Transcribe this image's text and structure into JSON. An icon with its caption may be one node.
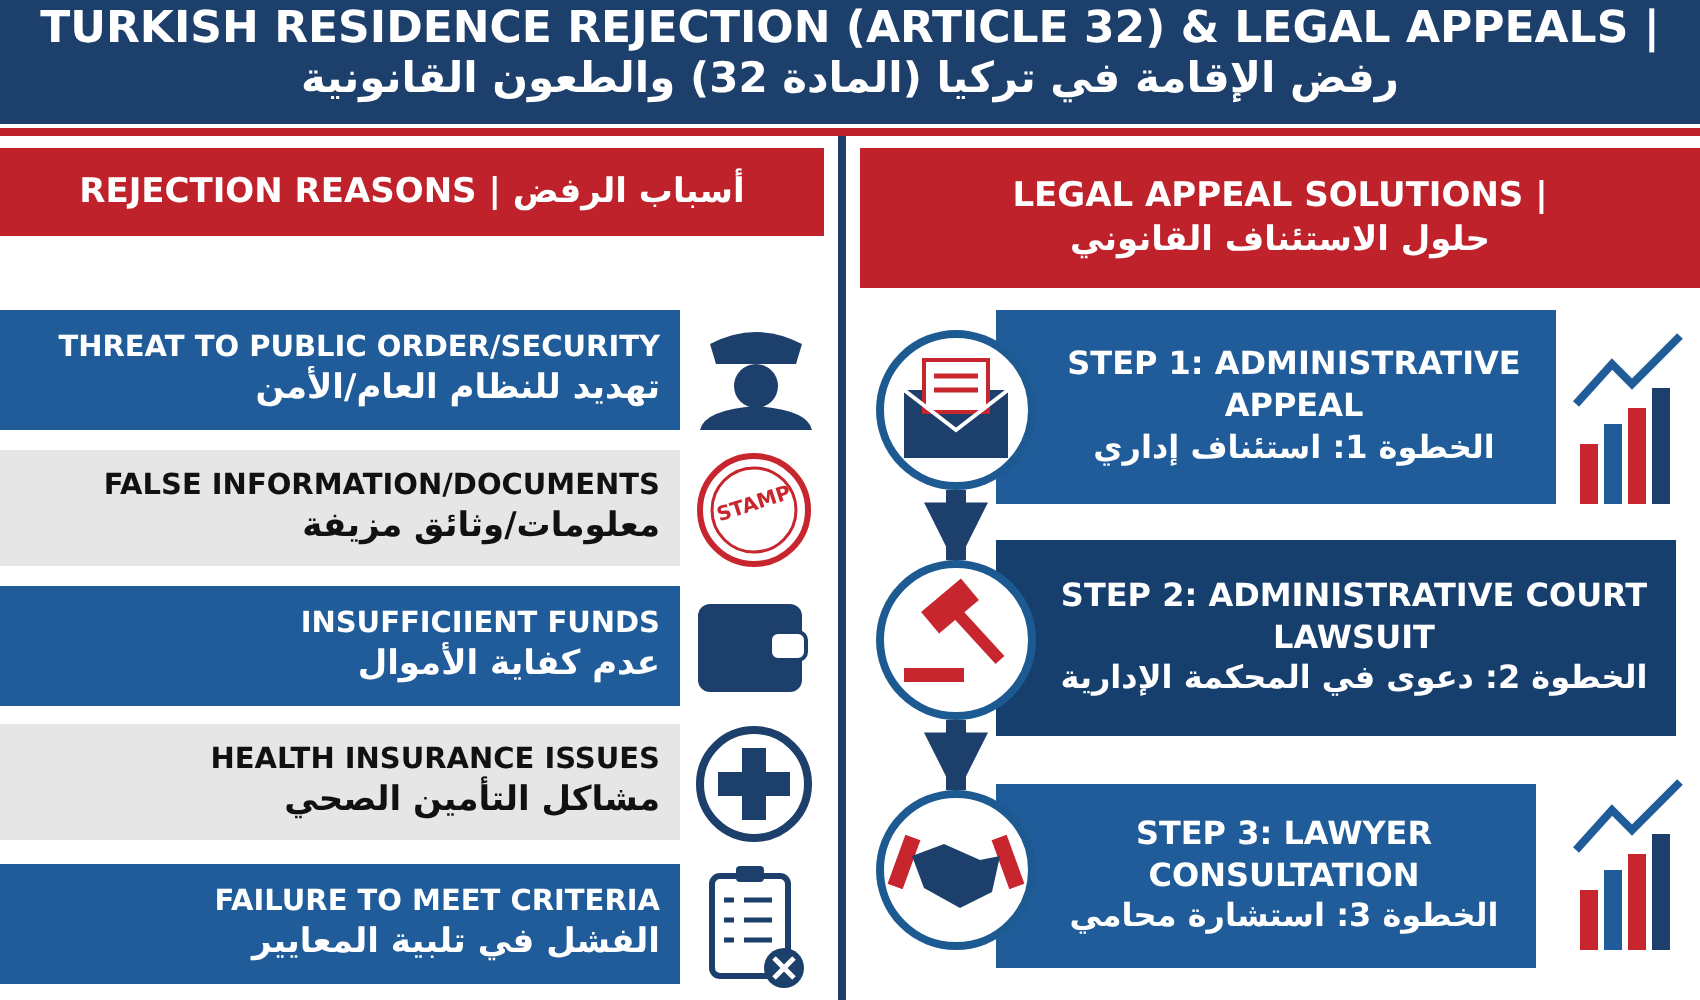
{
  "diagram": {
    "title": "TURKISH RESIDENCE REJECTION (ARTICLE 32) & LEGAL APPEALS |",
    "nodes": [
      {
        "text": [
          "REJECTION REASONS | أسباب الرفض"
        ]
      },
      {
        "text": [
          "THREAT TO PUBLIC ORDER/SECURITY",
          "تهديد للنظام العام/الأمن"
        ]
      },
      {
        "text": [
          "FALSE INFORMATION/DOCUMENTS",
          "معلومات/وثائق مزيفة"
        ]
      },
      {
        "text": [
          "INSUFFICIIENT FUNDS",
          "عدم كفاية الأموال"
        ]
      },
      {
        "text": [
          "HEALTH INSURANCE ISSUES",
          "مشاكل التأمين الصحي"
        ]
      },
      {
        "text": [
          "FAILURE TO MEET CRITERIA",
          "الفشل في تلبية المعايير"
        ]
      },
      {
        "text": [
          "LEGAL APPEAL SOLUTIONS |",
          "حلول الاستئناف القانوني"
        ]
      },
      {
        "text": [],
        "shape": "circle"
      },
      {
        "text": [
          "STEP 1: ADMINISTRATIVE APPEAL",
          "الخطوة 1: استئناف إداري"
        ]
      },
      {
        "text": [],
        "shape": "circle"
      },
      {
        "text": [
          "STEP 2: ADMINISTRATIVE COURT LAWSUIT",
          "الخطوة 2: دعوى في المحكمة الإدارية"
        ]
      },
      {
        "text": [],
        "shape": "circle"
      },
      {
        "text": [
          "STEP 3: LAWYER CONSULTATION",
          "الخطوة 3: استشارة محامي"
        ]
      }
    ],
    "edges": [
      {
        "from": 7,
        "to": 9,
        "arrow": "to"
      },
      {
        "from": 9,
        "to": 11,
        "arrow": "to"
      }
    ],
    "labels": [
      "رفض الإقامة في تركيا (المادة 32) والطعون القانونية",
      "STAMP"
    ]
  }
}
